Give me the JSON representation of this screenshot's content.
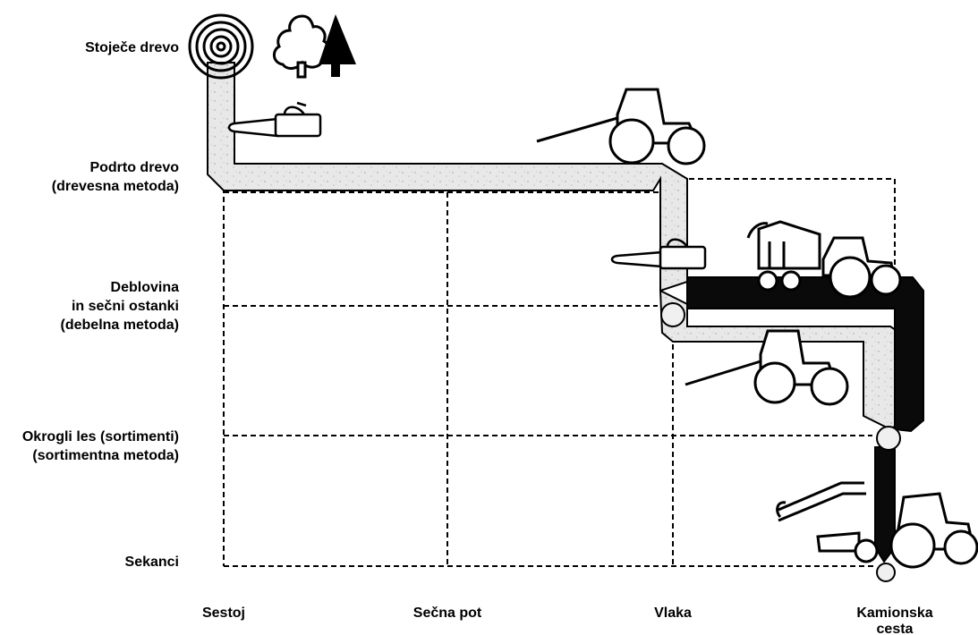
{
  "y_labels": {
    "stojece": "Stoječe drevo",
    "podrto_1": "Podrto drevo",
    "podrto_2": "(drevesna metoda)",
    "deblovina_1": "Deblovina",
    "deblovina_2": "in sečni ostanki",
    "deblovina_3": "(debelna metoda)",
    "okrogli_1": "Okrogli les (sortimenti)",
    "okrogli_2": "(sortimentna metoda)",
    "sekanci": "Sekanci"
  },
  "x_labels": {
    "sestoj": "Sestoj",
    "secna_pot": "Sečna pot",
    "vlaka": "Vlaka",
    "kamionska_1": "Kamionska",
    "kamionska_2": "cesta"
  },
  "icons": [
    "tree-rings-icon",
    "deciduous-tree-icon",
    "conifer-tree-icon",
    "chainsaw-icon",
    "skidder-tractor-icon",
    "forwarder-crane-icon",
    "chipper-truck-icon"
  ],
  "colors": {
    "path_light": "#e6e6e6",
    "path_dark": "#0a0a0a",
    "grid": "#000000"
  }
}
